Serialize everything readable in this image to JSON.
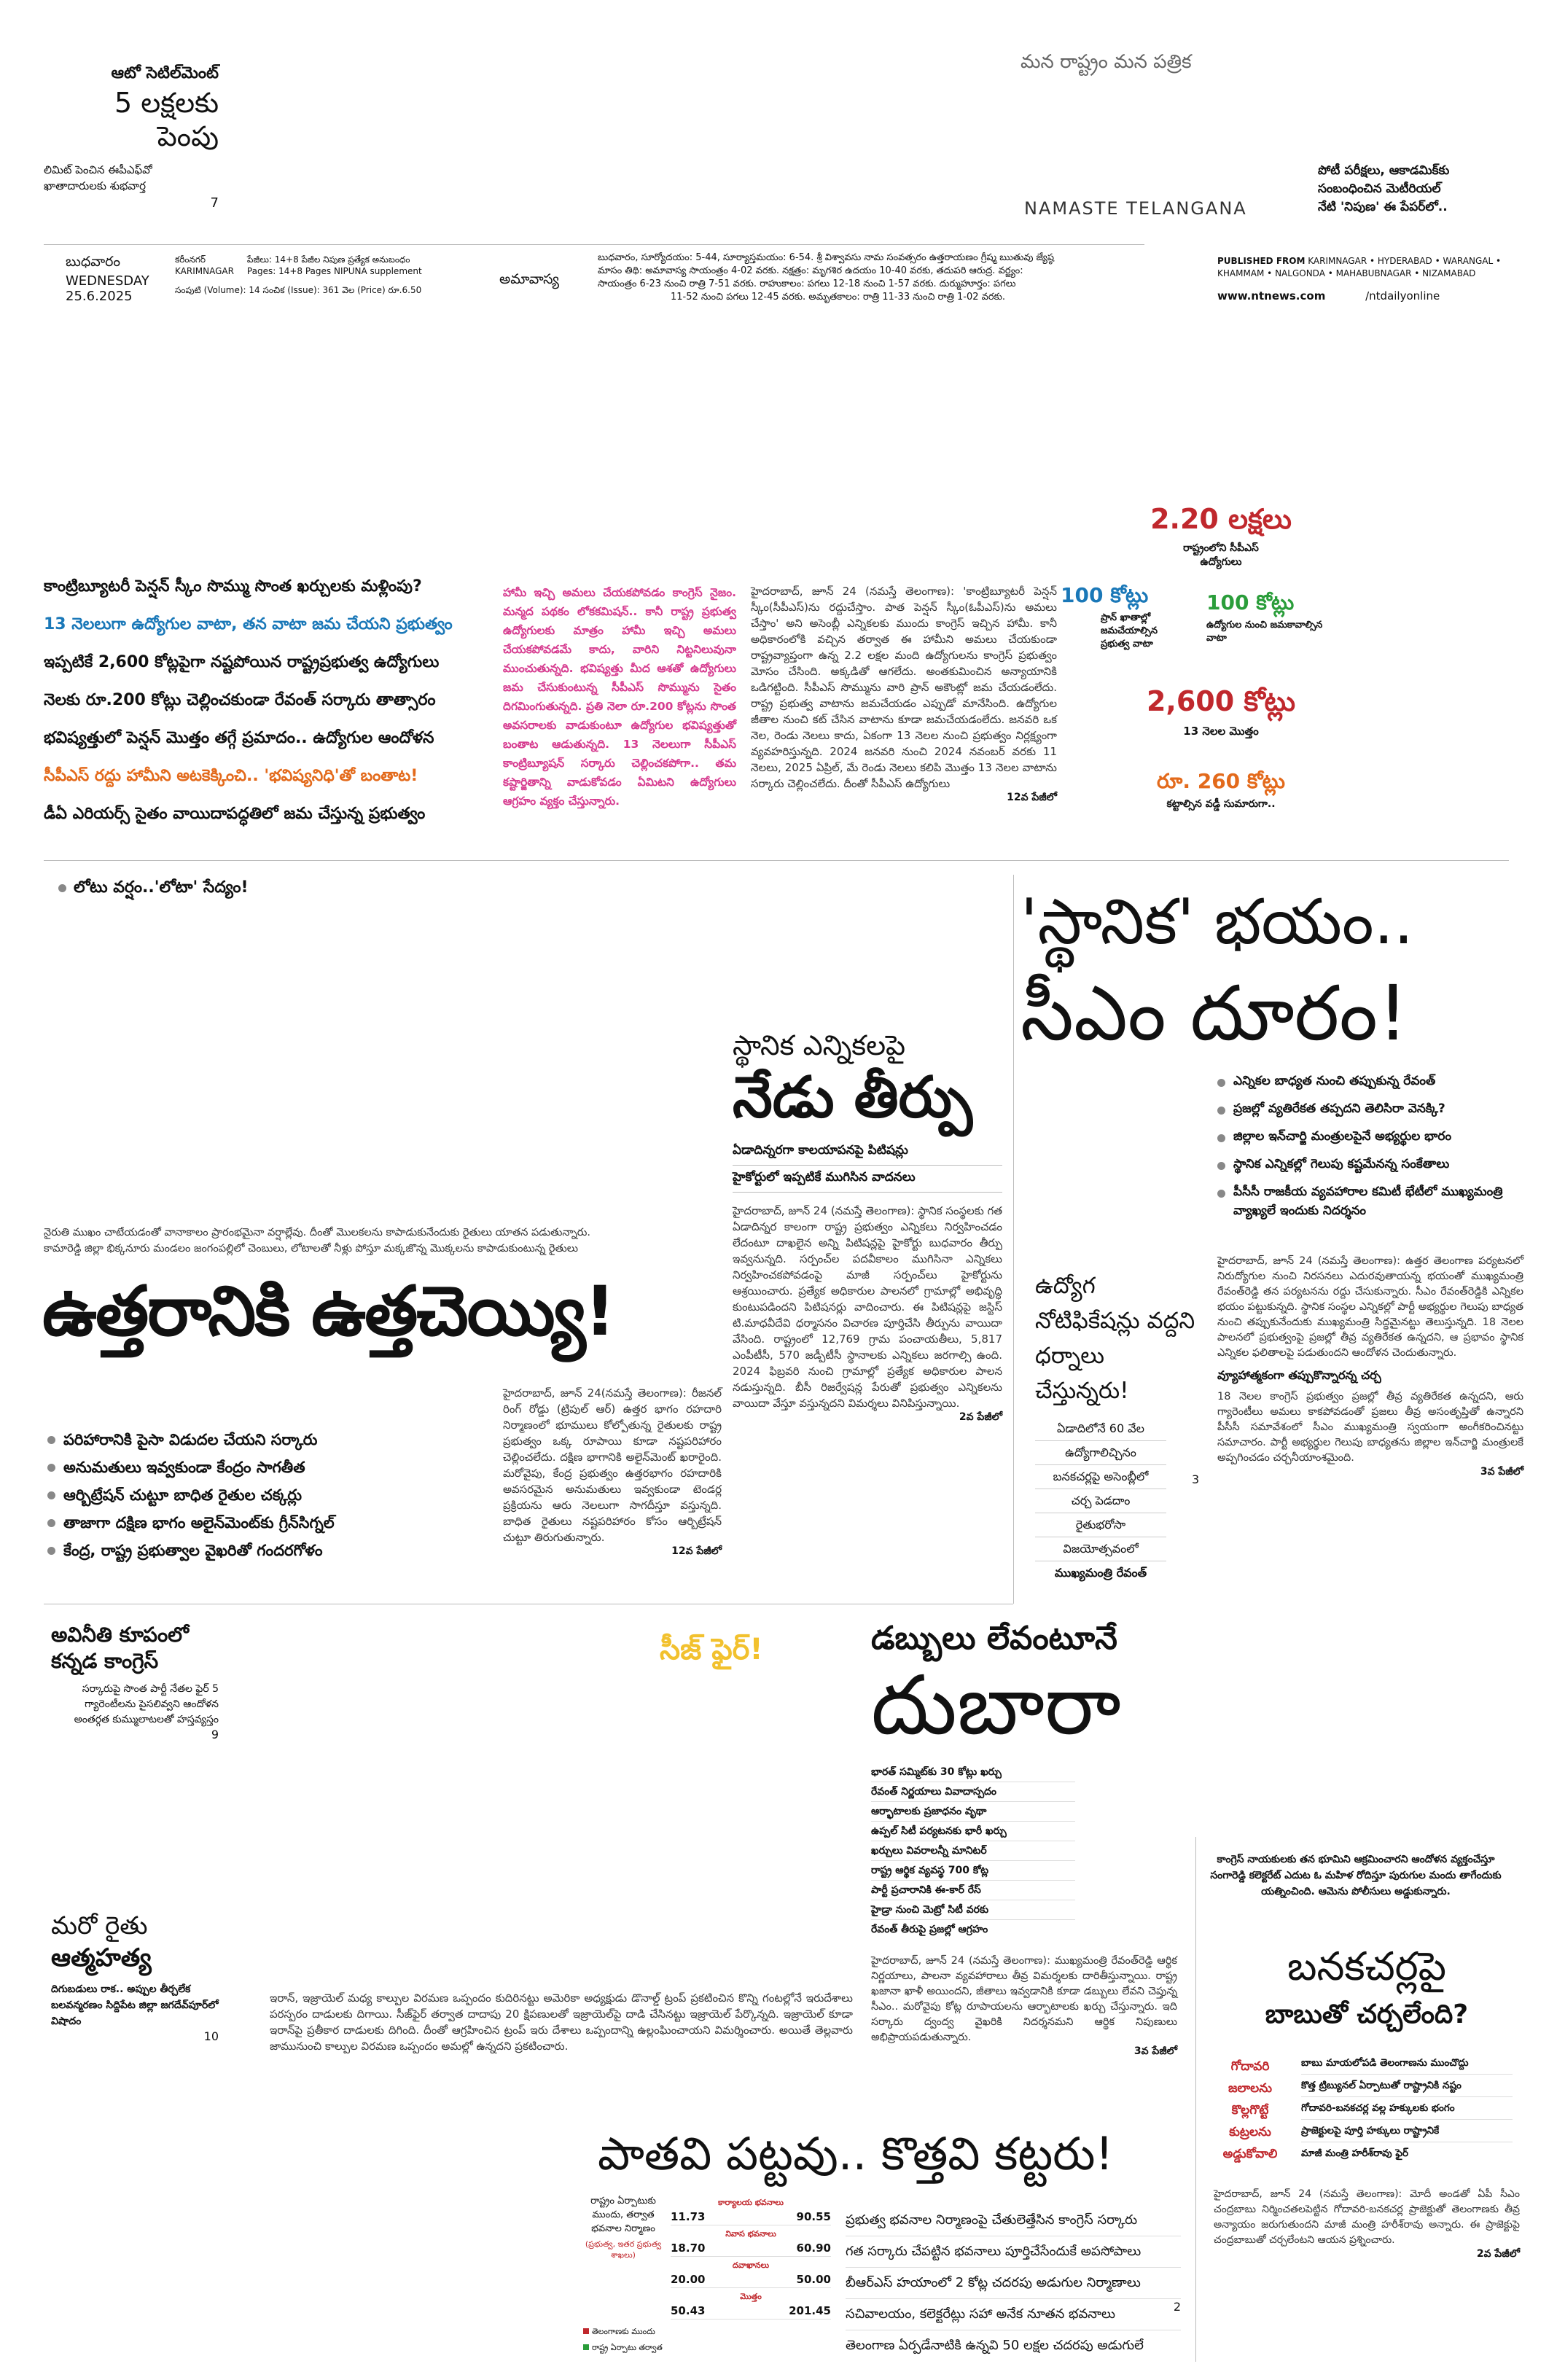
{
  "masthead": {
    "top_left": {
      "kicker": "ఆటో సెటిల్‌మెంట్",
      "headline_1": "5 లక్షలకు",
      "headline_2": "పెంపు",
      "sub_1": "లిమిట్ పెంచిన ఈపీఎఫ్‌వో",
      "sub_2": "ఖాతాదారులకు శుభవార్త",
      "page": "7"
    },
    "tagline": "మన రాష్ట్రం  మన పత్రిక",
    "paper_name": "NAMASTE TELANGANA",
    "right_teaser": [
      "పోటీ పరీక్షలు, ఆకాడమిక్‌కు",
      "సంబంధించిన మెటీరియల్",
      "నేటి 'నిపుణ'  ఈ పేపర్‌లో.."
    ],
    "day_te": "బుధవారం",
    "day_en": "WEDNESDAY",
    "date": "25.6.2025",
    "edition_te": "కరీంనగర్",
    "edition_en": "KARIMNAGAR",
    "pages_te": "పేజీలు: 14+8 పేజీల నిపుణ ప్రత్యేక అనుబంధం",
    "pages_en": "Pages: 14+8 Pages NIPUNA supplement",
    "volume": "సంపుటి (Volume): 14   సంచిక (Issue): 361   వెల (Price) రూ.6.50",
    "amavasya": "అమావాస్య",
    "panchang": [
      "బుధవారం, సూర్యోదయం: 5-44, సూర్యాస్తమయం: 6-54. శ్రీ విశ్వావసు నామ సంవత్సరం ఉత్తరాయణం గ్రీష్మ ఋతువు జ్యేష్ఠ",
      "మాసం తిథి: అమావాస్య సాయంత్రం 4-02 వరకు. నక్షత్రం: మృగశిర ఉదయం 10-40 వరకు, తదుపరి ఆరుద్ర. వర్జ్యం:",
      "సాయంత్రం 6-23 నుంచి రాత్రి 7-51 వరకు. రాహుకాలం: పగలు 12-18 నుంచి 1-57 వరకు. దుర్ముహూర్తం: పగలు",
      "11-52 నుంచి పగలు 12-45 వరకు. అమృతకాలం: రాత్రి 11-33 నుంచి రాత్రి 1-02 వరకు."
    ],
    "published_from_label": "PUBLISHED FROM",
    "published_from": "KARIMNAGAR • HYDERABAD • WARANGAL • KHAMMAM • NALGONDA • MAHABUBNAGAR • NIZAMABAD",
    "website": "www.ntnews.com",
    "social": "/ntdailyonline"
  },
  "pension": {
    "lines": [
      {
        "text": "కాంట్రిబ్యూటరీ పెన్షన్ స్కీం సొమ్ము సొంత ఖర్చులకు మళ్లింపు?",
        "color": "#111111"
      },
      {
        "text": "13 నెలలుగా ఉద్యోగుల వాటా, తన వాటా జమ చేయని ప్రభుత్వం",
        "color": "#1a78b8"
      },
      {
        "text": "ఇప్పటికే 2,600 కోట్లపైగా నష్టపోయిన రాష్ట్రప్రభుత్వ ఉద్యోగులు",
        "color": "#111111"
      },
      {
        "text": "నెలకు రూ.200 కోట్లు చెల్లించకుండా రేవంత్ సర్కారు తాత్సారం",
        "color": "#111111"
      },
      {
        "text": "భవిష్యత్తులో పెన్షన్ మొత్తం తగ్గే ప్రమాదం.. ఉద్యోగుల ఆందోళన",
        "color": "#111111"
      },
      {
        "text": "సీపీఎస్ రద్దు హామీని అటకెక్కించి.. 'భవిష్యనిధి'తో బంతాట!",
        "color": "#e36a1b"
      },
      {
        "text": "డీఏ ఎరియర్స్ సైతం వాయిదాపద్ధతిలో జమ చేస్తున్న ప్రభుత్వం",
        "color": "#111111"
      }
    ],
    "pink_text": "హామీ ఇచ్చి అమలు చేయకపోవడం కాంగ్రెస్ నైజం. మన్మద పథకం లోకకమిషన్.. కానీ రాష్ట్ర ప్రభుత్వ ఉద్యోగులకు మాత్రం హామీ ఇచ్చి అమలు చేయకపోవడమే కాదు, వారిని నిట్టనిలువునా ముంచుతున్నది. భవిష్యత్తు మీద ఆశతో ఉద్యోగులు జమ చేసుకుంటున్న సీపీఎస్ సొమ్మును సైతం దిగమింగుతున్నది. ప్రతి నెలా రూ.200 కోట్లను సొంత అవసరాలకు వాడుకుంటూ ఉద్యోగుల భవిష్యత్తుతో బంతాట ఆడుతున్నది. 13 నెలలుగా సీపీఎస్ కాంట్రిబ్యూషన్ సర్కారు చెల్లించకపోగా.. తమ కష్టార్జితాన్ని వాడుకోవడం ఏమిటని ఉద్యోగులు ఆగ్రహం వ్యక్తం చేస్తున్నారు.",
    "body": "హైదరాబాద్, జూన్ 24 (నమస్తే తెలంగాణ): 'కాంట్రిబ్యూటరీ పెన్షన్ స్కీం(సీపీఎస్)ను రద్దుచేస్తాం. పాత పెన్షన్ స్కీం(ఓపీఎస్)ను అమలు చేస్తాం' అని అసెంబ్లీ ఎన్నికలకు ముందు కాంగ్రెస్ ఇచ్చిన హామీ. కానీ అధికారంలోకి వచ్చిన తర్వాత ఈ హామీని అమలు చేయకుండా రాష్ట్రవ్యాప్తంగా ఉన్న 2.2 లక్షల మంది ఉద్యోగులను కాంగ్రెస్ ప్రభుత్వం మోసం చేసింది. అక్కడితో ఆగలేదు. అంతకుమించిన అన్యాయానికి ఒడిగట్టింది. సీపీఎస్ సొమ్మును వారి ప్రాన్ అకౌంట్లో జమ చేయడంలేదు. రాష్ట్ర ప్రభుత్వ వాటాను జమచేయడం ఎప్పుడో మానేసింది. ఉద్యోగుల జీతాల నుంచి కట్ చేసిన వాటాను కూడా జమచేయడంలేదు. జనవరి ఒక నెల, రెండు నెలలు కాదు, ఏకంగా 13 నెలల నుంచి ప్రభుత్వం నిర్లక్ష్యంగా వ్యవహరిస్తున్నది. 2024 జనవరి నుంచి 2024 నవంబర్ వరకు 11 నెలలు, 2025 ఏప్రిల్, మే రెండు నెలలు కలిపి మొత్తం 13 నెలల వాటాను సర్కారు చెల్లించలేదు. దీంతో సీపీఎస్ ఉద్యోగులు",
    "cont": "12వ పేజీలో",
    "stats": [
      {
        "value": "2.20 లక్షలు",
        "label": "రాష్ట్రంలోని సీపీఎస్ ఉద్యోగులు",
        "color": "#c0282d"
      },
      {
        "value": "100 కోట్లు",
        "label": "ప్రాన్ ఖాతాల్లో జమచేయాల్సిన ప్రభుత్వ వాటా",
        "color": "#1a78b8"
      },
      {
        "value": "100 కోట్లు",
        "label": "ఉద్యోగుల నుంచి జమకావాల్సిన వాటా",
        "color": "#2a9d3a"
      },
      {
        "value": "2,600 కోట్లు",
        "label": "13 నెలల మొత్తం",
        "color": "#c0282d"
      },
      {
        "value": "రూ. 260 కోట్లు",
        "label": "కట్టాల్సిన వడ్డీ సుమారుగా..",
        "color": "#e36a1b"
      }
    ]
  },
  "rain_teaser": "లోటు వర్షం..'లోటా' సేద్యం!",
  "farmers": {
    "kicker_1": "నైరుతి ముఖం చాటేయడంతో వానాకాలం ప్రారంభమైనా వర్షాల్లేవు. దీంతో మొలకలను కాపాడుకునేందుకు రైతులు యాతన పడుతున్నారు.",
    "kicker_2": "కామారెడ్డి జిల్లా భిక్కనూరు మండలం జంగంపల్లిలో చెంబులు, లోటాలతో నీళ్లు పోస్తూ మక్కజొన్న మొక్కలను కాపాడుకుంటున్న రైతులు",
    "headline": "ఉత్తరానికి ఉత్తచెయ్యి!",
    "bullets": [
      "పరిహారానికి పైసా విడుదల చేయని సర్కారు",
      "అనుమతులు ఇవ్వకుండా కేంద్రం సాగతీత",
      "ఆర్బిట్రేషన్ చుట్టూ బాధిత రైతుల చక్కర్లు",
      "తాజాగా దక్షిణ భాగం అలైన్‌మెంట్‌కు గ్రీన్‌సిగ్నల్",
      "కేంద్ర, రాష్ట్ర ప్రభుత్వాల వైఖరితో గందరగోళం"
    ],
    "body": "హైదరాబాద్, జూన్ 24(నమస్తే తెలంగాణ): రీజనల్ రింగ్ రోడ్డు (ట్రిపుల్ ఆర్) ఉత్తర భాగం రహదారి నిర్మాణంలో భూములు కోల్పోతున్న రైతులకు రాష్ట్ర ప్రభుత్వం ఒక్క రూపాయి కూడా నష్టపరిహారం చెల్లించలేదు. దక్షిణ భాగానికి అలైన్‌మెంట్ ఖరారైంది. మరోవైపు, కేంద్ర ప్రభుత్వం ఉత్తరభాగం రహదారికి అవసరమైన అనుమతులు ఇవ్వకుండా టెండర్ల ప్రక్రియను ఆరు నెలలుగా సాగదీస్తూ వస్తున్నది. బాధిత రైతులు నష్టపరిహారం కోసం ఆర్బిట్రేషన్ చుట్టూ తిరుగుతున్నారు.",
    "cont": "12వ పేజీలో"
  },
  "local": {
    "kicker": "స్థానిక ఎన్నికలపై",
    "headline": "నేడు తీర్పు",
    "deck_1": "ఏడాదిన్నరగా కాలయాపనపై పిటిషన్లు",
    "deck_2": "హైకోర్టులో ఇప్పటికే ముగిసిన వాదనలు",
    "body": "హైదరాబాద్, జూన్ 24 (నమస్తే తెలంగాణ): స్థానిక సంస్థలకు గత ఏడాదిన్నర కాలంగా రాష్ట్ర ప్రభుత్వం ఎన్నికలు నిర్వహించడం లేదంటూ దాఖలైన అన్ని పిటిషన్లపై హైకోర్టు బుధవారం తీర్పు ఇవ్వనున్నది. సర్పంచ్‌ల పదవీకాలం ముగిసినా ఎన్నికలు నిర్వహించకపోవడంపై మాజీ సర్పంచ్‌లు హైకోర్టును ఆశ్రయించారు. ప్రత్యేక అధికారుల పాలనలో గ్రామాల్లో అభివృద్ధి కుంటుపడిందని పిటిషనర్లు వాదించారు. ఈ పిటిషన్లపై జస్టిస్ టి.మాధవీదేవి ధర్మాసనం విచారణ పూర్తిచేసి తీర్పును వాయిదా వేసింది. రాష్ట్రంలో 12,769 గ్రామ పంచాయతీలు, 5,817 ఎంపీటీసీ, 570 జడ్పీటీసీ స్థానాలకు ఎన్నికలు జరగాల్సి ఉంది. 2024 ఫిబ్రవరి నుంచి గ్రామాల్లో ప్రత్యేక అధికారుల పాలన నడుస్తున్నది. బీసీ రిజర్వేషన్ల పేరుతో ప్రభుత్వం ఎన్నికలను వాయిదా వేస్తూ వస్తున్నదని విమర్శలు వినిపిస్తున్నాయి.",
    "cont": "2వ పేజీలో"
  },
  "lead": {
    "headline_1": "'స్థానిక' భయం..",
    "headline_2": "సీఎం దూరం!",
    "bullets": [
      "ఎన్నికల బాధ్యత నుంచి తప్పుకున్న రేవంత్",
      "ప్రజల్లో వ్యతిరేకత తప్పదని తెలిసిరా వెనక్కి?",
      "జిల్లాల ఇన్‌చార్జి మంత్రులపైనే అభ్యర్థుల భారం",
      "స్థానిక ఎన్నికల్లో గెలుపు కష్టమేనన్న సంకేతాలు",
      "పీసీసీ రాజకీయ వ్యవహారాల కమిటీ భేటీలో ముఖ్యమంత్రి వ్యాఖ్యలే ఇందుకు నిదర్శనం"
    ],
    "body_1": "హైదరాబాద్, జూన్ 24 (నమస్తే తెలంగాణ): ఉత్తర తెలంగాణ పర్యటనలో నిరుద్యోగుల నుంచి నిరసనలు ఎదురవుతాయన్న భయంతో ముఖ్యమంత్రి రేవంత్‌రెడ్డి తన పర్యటనను రద్దు చేసుకున్నారు. సీఎం రేవంత్‌రెడ్డికి ఎన్నికల భయం పట్టుకున్నది. స్థానిక సంస్థల ఎన్నికల్లో పార్టీ అభ్యర్థుల గెలుపు బాధ్యత నుంచి తప్పుకునేందుకు ముఖ్యమంత్రి సిద్ధమైనట్టు తెలుస్తున్నది. 18 నెలల పాలనలో ప్రభుత్వంపై ప్రజల్లో తీవ్ర వ్యతిరేకత ఉన్నదని, ఆ ప్రభావం స్థానిక ఎన్నికల ఫలితాలపై పడుతుందని ఆందోళన చెందుతున్నారు.",
    "subhead": "వ్యూహాత్మకంగా తప్పుకొన్నారన్న చర్చ",
    "body_2": "18 నెలల కాంగ్రెస్ ప్రభుత్వం ప్రజల్లో తీవ్ర వ్యతిరేకత ఉన్నదని, ఆరు గ్యారెంటీలు అమలు కాకపోవడంతో ప్రజలు తీవ్ర అసంతృప్తితో ఉన్నారని పీసీసీ సమావేశంలో సీఎం ముఖ్యమంత్రి స్వయంగా అంగీకరించినట్టు సమాచారం. పార్టీ అభ్యర్థుల గెలుపు బాధ్యతను జిల్లాల ఇన్‌చార్జి మంత్రులకే అప్పగించడం చర్చనీయాంశమైంది.",
    "cont": "3వ పేజీలో"
  },
  "jobs": {
    "headline": "ఉద్యోగ నోటిఫికేషన్లు వద్దని ధర్నాలు చేస్తున్నరు!",
    "quote": [
      "ఏడాదిలోనే 60 వేల",
      "ఉద్యోగాలిచ్చినం",
      "బనకచర్లపై అసెంబ్లీలో",
      "చర్చ పెడదాం",
      "రైతుభరోసా",
      "విజయోత్సవంలో",
      "ముఖ్యమంత్రి రేవంత్"
    ],
    "page": "3"
  },
  "karnataka": {
    "headline_1": "అవినీతి కూపంలో",
    "headline_2": "కన్నడ కాంగ్రెస్",
    "sub": "సర్కారుపై సొంత పార్టీ నేతల ఫైర్ 5 గ్యారెంటీలను పైసలివ్వని ఆందోళన అంతర్గత కుమ్ములాటలతో హస్తవ్యస్తం",
    "page": "9"
  },
  "ceasefire": {
    "label": "సీజ్‌ ఫైర్!"
  },
  "dubara": {
    "kicker": "డబ్బులు లేవంటూనే",
    "headline": "దుబారా",
    "points": [
      "భారత్ సమ్మిట్‌కు 30 కోట్లు ఖర్చు",
      "రేవంత్ నిర్ణయాలు వివాదాస్పదం",
      "ఆర్భాటాలకు ప్రజాధనం వృథా",
      "ఉప్పల్ సిటీ పర్యటనకు భారీ ఖర్చు",
      "ఖర్చులు వివరాలన్నీ మానిటర్",
      "రాష్ట్ర ఆర్థిక వ్యవస్థ 700 కోట్ల",
      "పార్టీ ప్రచారానికి ఈ-కార్ రేస్",
      "హైడ్రా నుంచి మెట్రో సిటీ వరకు",
      "రేవంత్ తీరుపై ప్రజల్లో ఆగ్రహం"
    ],
    "body": "హైదరాబాద్, జూన్ 24 (నమస్తే తెలంగాణ): ముఖ్యమంత్రి రేవంత్‌రెడ్డి ఆర్థిక నిర్ణయాలు, పాలనా వ్యవహారాలు తీవ్ర విమర్శలకు దారితీస్తున్నాయి. రాష్ట్ర ఖజానా ఖాళీ అయిందని, జీతాలు ఇవ్వడానికి కూడా డబ్బులు లేవని చెప్తున్న సీఎం.. మరోవైపు కోట్ల రూపాయలను ఆర్భాటాలకు ఖర్చు చేస్తున్నారు. ఇది సర్కారు ద్వంద్వ వైఖరికి నిదర్శనమని ఆర్థిక నిపుణులు అభిప్రాయపడుతున్నారు.",
    "cont": "3వ పేజీలో"
  },
  "iran": {
    "caption": "ఇరాన్, ఇజ్రాయెల్ మధ్య కాల్పుల విరమణ ఒప్పందం కుదిరినట్టు అమెరికా అధ్యక్షుడు డొనాల్డ్ ట్రంప్ ప్రకటించిన కొన్ని గంటల్లోనే ఇరుదేశాలు పరస్పరం దాడులకు దిగాయి. సీజ్‌ఫైర్ తర్వాత దాదాపు 20 క్షిపణులతో ఇజ్రాయెల్‌పై దాడి చేసినట్టు ఇజ్రాయెల్ పేర్కొన్నది. ఇజ్రాయెల్ కూడా ఇరాన్‌పై ప్రతీకార దాడులకు దిగింది. దీంతో ఆగ్రహించిన ట్రంప్ ఇరు దేశాలు ఒప్పందాన్ని ఉల్లంఘించాయని విమర్శించారు. అయితే తెల్లవారు జామునుంచి కాల్పుల విరమణ ఒప్పందం అమల్లో ఉన్నదని ప్రకటించారు."
  },
  "farmer_suicide": {
    "headline_1": "మరో రైతు",
    "headline_2": "ఆత్మహత్య",
    "sub": "దిగుబడులు రాక.. అప్పుల తీర్చలేక బలవన్మరణం సిద్దిపేట జిల్లా జగదేవ్‌పూర్‌లో విషాదం",
    "page": "10"
  },
  "banakacherla": {
    "intro": "కాంగ్రెస్ నాయకులకు తన భూమిని ఆక్రమించారని ఆందోళన వ్యక్తంచేస్తూ సంగారెడ్డి కలెక్టరేట్ ఎదుట ఓ మహిళ రోదిస్తూ పురుగుల మందు తాగేందుకు యత్నించింది. ఆమెను పోలీసులు అడ్డుకున్నారు.",
    "headline_1": "బనకచర్లపై",
    "headline_2": "బాబుతో చర్చలేంది?",
    "red_box": "గోదావరి జలాలను కొల్లగొట్టే కుట్రలను అడ్డుకోవాలి",
    "points": [
      "బాబు మాయలోపడి తెలంగాణను ముంచొద్దు",
      "కొత్త ట్రిబ్యునల్ ఏర్పాటుతో రాష్ట్రానికి నష్టం",
      "గోదావరి-బనకచర్ల వల్ల హక్కులకు భంగం",
      "ప్రాజెక్టులపై పూర్తి హక్కులు రాష్ట్రానికే",
      "మాజీ మంత్రి హరీశ్‌రావు ఫైర్"
    ],
    "body": "హైదరాబాద్, జూన్ 24 (నమస్తే తెలంగాణ): మోదీ అండతో ఏపీ సీఎం చంద్రబాబు నిర్మించతలపెట్టిన గోదావరి-బనకచర్ల ప్రాజెక్టుతో తెలంగాణకు తీవ్ర అన్యాయం జరుగుతుందని మాజీ మంత్రి హరీశ్‌రావు అన్నారు. ఈ ప్రాజెక్టుపై చంద్రబాబుతో చర్చలేంటని ఆయన ప్రశ్నించారు.",
    "cont": "2వ పేజీలో"
  },
  "buildings": {
    "headline": "పాతవి పట్టవు.. కొత్తవి కట్టరు!",
    "infobox": {
      "intro": "రాష్ట్రం ఏర్పాటుకు ముందు, తర్వాత భవనాల నిర్మాణం",
      "note": "(ప్రభుత్వ, ఇతర ప్రభుత్వ శాఖలు)",
      "col_a": "తెలంగాణకు ముందు",
      "col_b": "రాష్ట్ర ఏర్పాటు తర్వాత",
      "rows": [
        {
          "label": "కార్యాలయ భవనాలు",
          "a": "11.73",
          "b": "90.55"
        },
        {
          "label": "నివాస భవనాలు",
          "a": "18.70",
          "b": "60.90"
        },
        {
          "label": "దవాఖానలు",
          "a": "20.00",
          "b": "50.00"
        },
        {
          "label": "మొత్తం",
          "a": "50.43",
          "b": "201.45"
        }
      ]
    },
    "lines": [
      "ప్రభుత్వ భవనాల నిర్మాణంపై చేతులెత్తేసిన కాంగ్రెస్ సర్కారు",
      "గత సర్కారు చేపట్టిన భవనాలు పూర్తిచేసేందుకే అపసోపాలు",
      "బీఆర్ఎస్ హయాంలో 2 కోట్ల చదరపు అడుగుల నిర్మాణాలు",
      "సచివాలయం, కలెక్టరేట్లు సహా అనేక నూతన భవనాలు",
      "తెలంగాణ ఏర్పడేనాటికి ఉన్నవి 50 లక్షల చదరపు అడుగులే"
    ],
    "page": "2"
  }
}
